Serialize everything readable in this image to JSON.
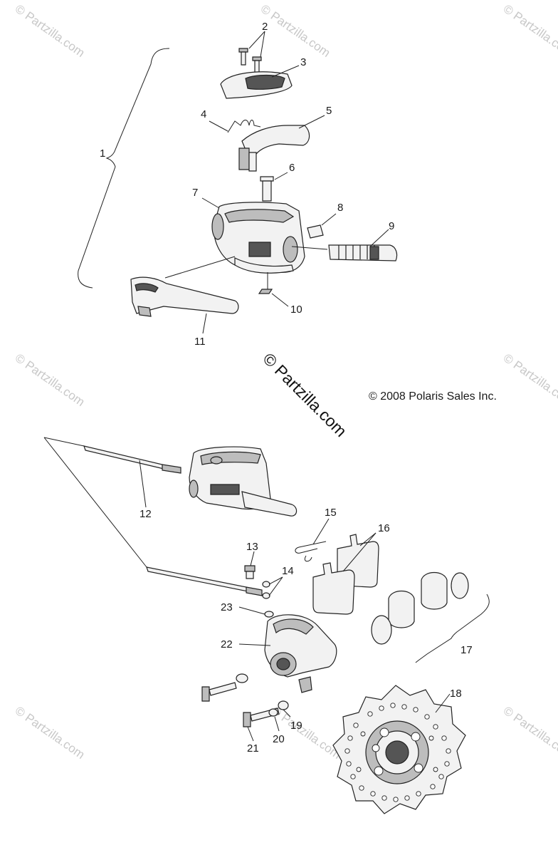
{
  "watermark_text": "© Partzilla.com",
  "center_watermark": "© Partzilla.com",
  "copyright": "© 2008 Polaris Sales Inc.",
  "callouts": [
    "1",
    "2",
    "3",
    "4",
    "5",
    "6",
    "7",
    "8",
    "9",
    "10",
    "11",
    "12",
    "13",
    "14",
    "15",
    "16",
    "17",
    "18",
    "19",
    "20",
    "21",
    "22",
    "23"
  ],
  "colors": {
    "line": "#222222",
    "fill_light": "#f2f2f2",
    "fill_mid": "#bdbdbd",
    "fill_dark": "#555555",
    "watermark": "#c8c8c8"
  }
}
